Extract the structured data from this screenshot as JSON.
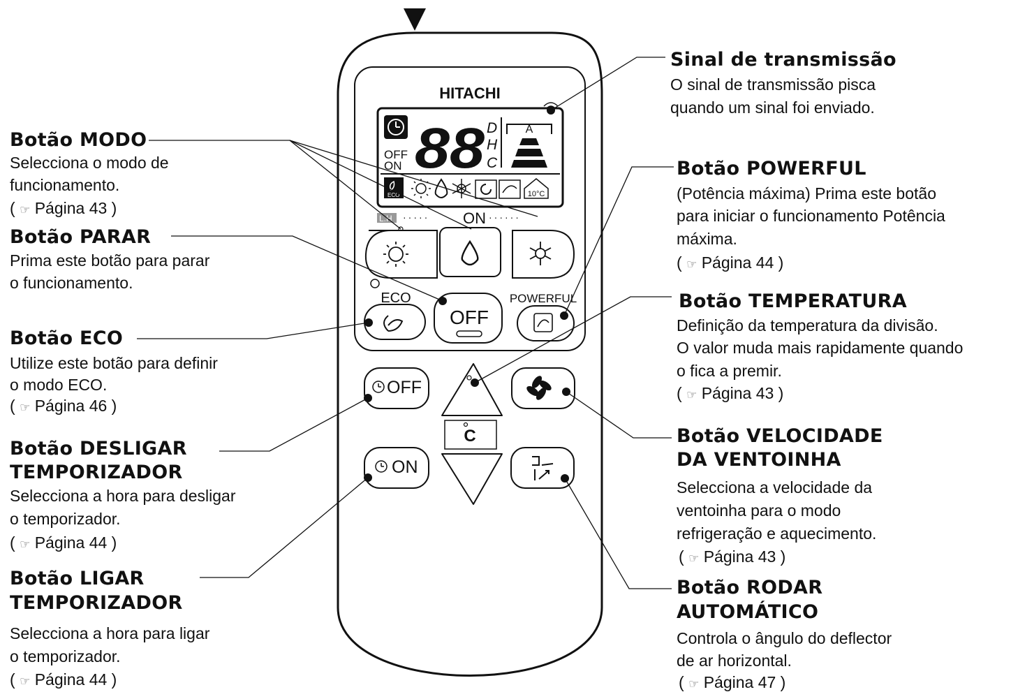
{
  "remote": {
    "brand": "HITACHI",
    "display": {
      "digits": "88",
      "mode_letters": [
        "D",
        "H",
        "C"
      ],
      "timer_off": "OFF",
      "timer_on": "ON",
      "auto": "A",
      "ten_c": "10°C",
      "eco": "ECO"
    },
    "lh_label": "L.H",
    "on_dots": "ON",
    "eco_label": "ECO",
    "off_button": "OFF",
    "powerful_label": "POWERFUL",
    "timer_off_button": "OFF",
    "timer_on_button": "ON",
    "temp_unit": "C"
  },
  "labels": {
    "modo": {
      "title": "Botão MODO",
      "desc": [
        "Selecciona o modo de",
        "funcionamento."
      ],
      "ref": "Página 43"
    },
    "parar": {
      "title": "Botão PARAR",
      "desc": [
        "Prima este botão para parar",
        "o funcionamento."
      ]
    },
    "eco": {
      "title": "Botão ECO",
      "desc": [
        "Utilize este botão para definir",
        "o modo ECO."
      ],
      "ref": "Página 46"
    },
    "desligar": {
      "title": [
        "Botão DESLIGAR",
        "TEMPORIZADOR"
      ],
      "desc": [
        "Selecciona a hora para desligar",
        "o temporizador."
      ],
      "ref": "Página 44"
    },
    "ligar": {
      "title": [
        "Botão LIGAR",
        "TEMPORIZADOR"
      ],
      "desc": [
        "Selecciona a hora para ligar",
        "o temporizador."
      ],
      "ref": "Página 44"
    },
    "sinal": {
      "title": "Sinal de transmissão",
      "desc": [
        "O sinal de transmissão pisca",
        "quando um sinal foi enviado."
      ]
    },
    "powerful": {
      "title": "Botão POWERFUL",
      "desc": [
        "(Potência máxima) Prima este botão",
        "para iniciar o funcionamento Potência",
        "máxima."
      ],
      "ref": "Página 44"
    },
    "temperatura": {
      "title": "Botão TEMPERATURA",
      "desc": [
        "Definição da temperatura da divisão.",
        "O valor muda mais rapidamente quando",
        "o fica a premir."
      ],
      "ref": "Página 43"
    },
    "velocidade": {
      "title": [
        "Botão VELOCIDADE",
        "DA VENTOINHA"
      ],
      "desc": [
        "Selecciona a velocidade da",
        "ventoinha para o modo",
        "refrigeração e aquecimento."
      ],
      "ref": "Página 43"
    },
    "rodar": {
      "title": [
        "Botão RODAR",
        "AUTOMÁTICO"
      ],
      "desc": [
        "Controla o ângulo do deflector",
        "de ar horizontal."
      ],
      "ref": "Página 47"
    }
  },
  "icons": {
    "ref_icon": "pointing-hand-icon",
    "transmit_arrow": "triangle-down-icon"
  }
}
